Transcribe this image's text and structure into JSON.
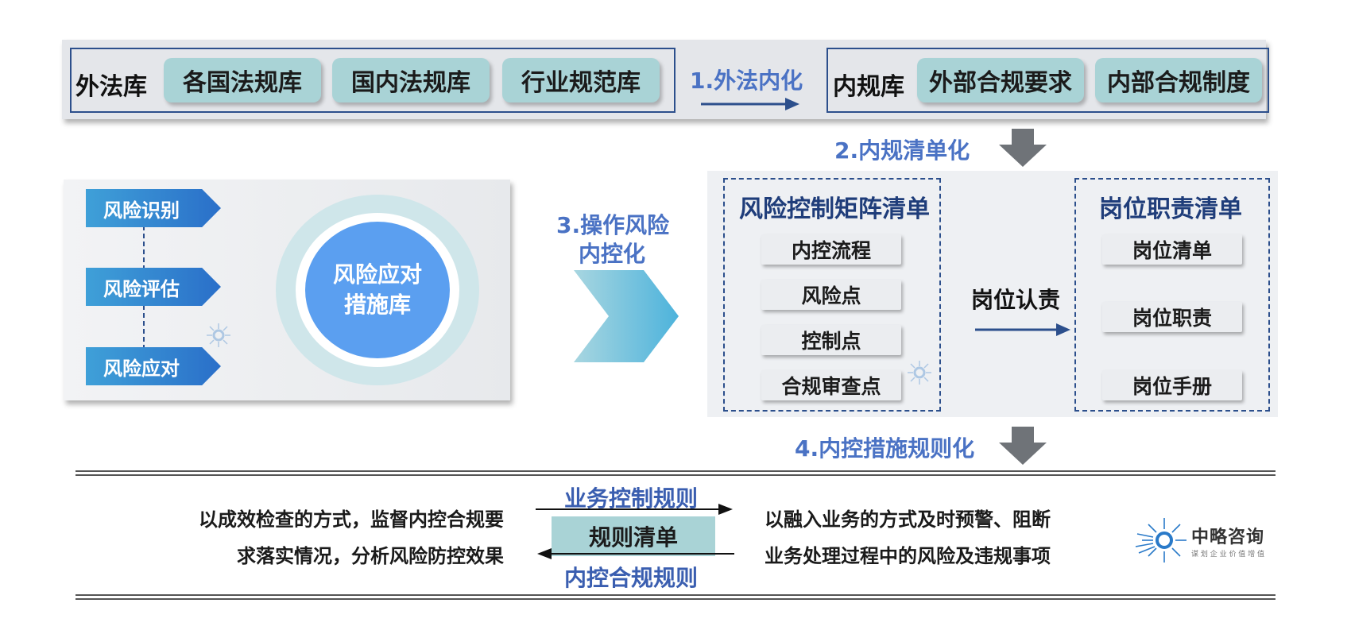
{
  "top_row": {
    "external_label": "外法库",
    "external_items": [
      "各国法规库",
      "国内法规库",
      "行业规范库"
    ],
    "step1": "1.外法内化",
    "internal_label": "内规库",
    "internal_items": [
      "外部合规要求",
      "内部合规制度"
    ]
  },
  "step2": "2.内规清单化",
  "left_panel": {
    "tags": [
      "风险识别",
      "风险评估",
      "风险应对"
    ],
    "circle_line1": "风险应对",
    "circle_line2": "措施库"
  },
  "step3_line1": "3.操作风险",
  "step3_line2": "内控化",
  "matrix": {
    "title": "风险控制矩阵清单",
    "items": [
      "内控流程",
      "风险点",
      "控制点",
      "合规审查点"
    ]
  },
  "middle_label": "岗位认责",
  "duties": {
    "title": "岗位职责清单",
    "items": [
      "岗位清单",
      "岗位职责",
      "岗位手册"
    ]
  },
  "step4": "4.内控措施规则化",
  "bottom": {
    "left_line1": "以成效检查的方式，监督内控合规要",
    "left_line2": "求落实情况，分析风险防控效果",
    "top_rule": "业务控制规则",
    "center_box": "规则清单",
    "bottom_rule": "内控合规规则",
    "right_line1": "以融入业务的方式及时预警、阻断",
    "right_line2": "业务处理过程中的风险及违规事项"
  },
  "logo": {
    "name": "中略咨询",
    "tagline": "谋 划 企 业 价 值 增 值"
  },
  "colors": {
    "teal_pill": "#a9d3d6",
    "navy_border": "#2c4f8c",
    "step_blue": "#4a72c4",
    "circle_blue": "#5b9ff0"
  }
}
